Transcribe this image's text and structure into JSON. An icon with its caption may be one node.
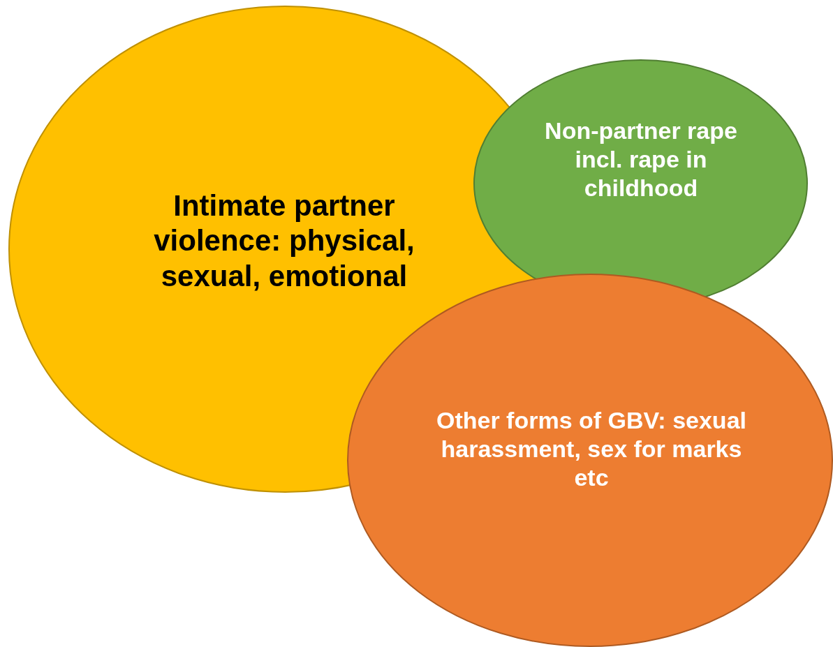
{
  "diagram": {
    "nodes": [
      {
        "text": [
          "Intimate partner violence: physical, sexual, emotional"
        ]
      },
      {
        "text": [
          "Non-partner rape incl. rape in childhood"
        ]
      },
      {
        "text": [
          "Other forms of GBV: sexual harassment, sex for marks etc"
        ]
      }
    ]
  }
}
